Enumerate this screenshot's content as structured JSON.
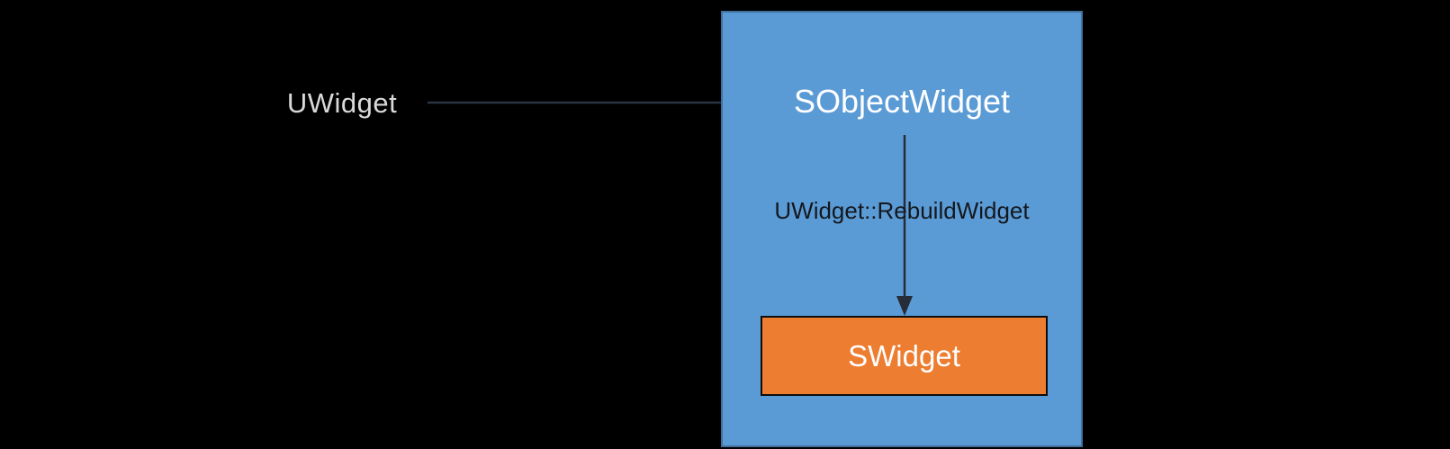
{
  "diagram": {
    "background_color": "#000000",
    "nodes": {
      "uwidget": {
        "label": "UWidget",
        "text_color": "#d9d9d9"
      },
      "sobjectwidget": {
        "label": "SObjectWidget",
        "fill": "#5b9bd5",
        "border_color": "#41719c",
        "text_color": "#ffffff"
      },
      "swidget": {
        "label": "SWidget",
        "fill": "#ed7d31",
        "border_color": "#0d0d0d",
        "text_color": "#ffffff"
      }
    },
    "edges": {
      "uwidget_to_sobjectwidget": {
        "label": "",
        "color": "#2b3342"
      },
      "sobjectwidget_to_swidget": {
        "label": "UWidget::RebuildWidget",
        "label_color": "#14181e",
        "color": "#262c38"
      }
    }
  }
}
